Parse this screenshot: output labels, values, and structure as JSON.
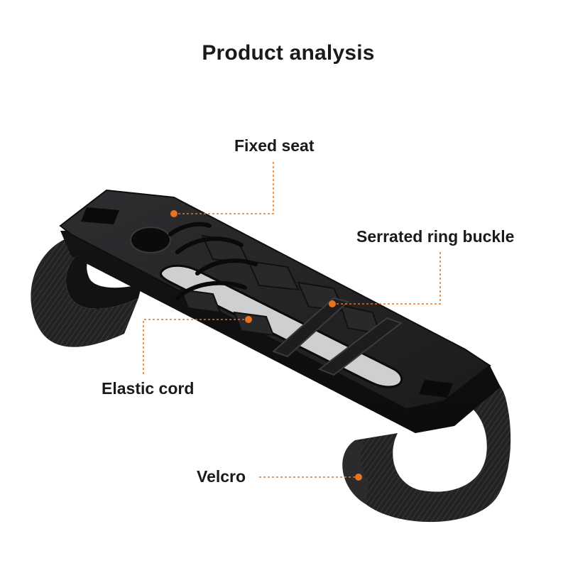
{
  "title": "Product analysis",
  "labels": {
    "fixed_seat": "Fixed seat",
    "serrated_ring_buckle": "Serrated ring buckle",
    "elastic_cord": "Elastic cord",
    "velcro": "Velcro"
  },
  "colors": {
    "accent": "#e8731e",
    "product": "#1e1e20",
    "text": "#1a1a1a"
  }
}
